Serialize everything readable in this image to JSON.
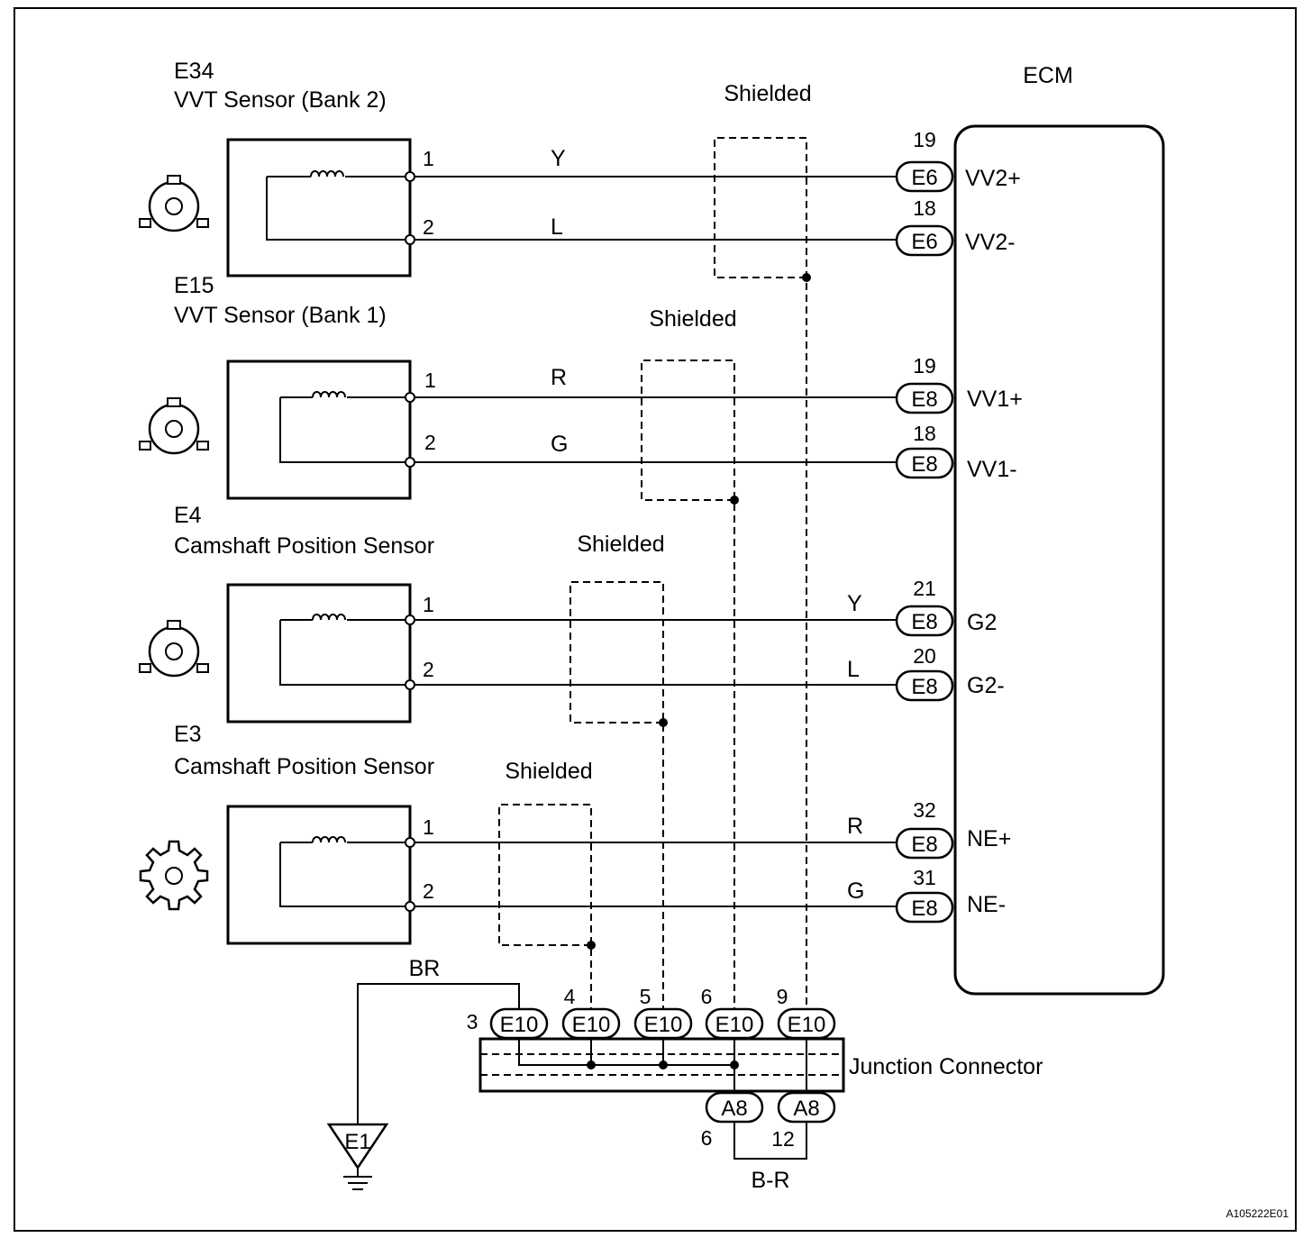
{
  "ecm": {
    "title": "ECM"
  },
  "sensors": [
    {
      "id": "E34",
      "name": "VVT Sensor (Bank 2)",
      "pins": [
        "1",
        "2"
      ],
      "wires": [
        "Y",
        "L"
      ]
    },
    {
      "id": "E15",
      "name": "VVT Sensor (Bank 1)",
      "pins": [
        "1",
        "2"
      ],
      "wires": [
        "R",
        "G"
      ]
    },
    {
      "id": "E4",
      "name": "Camshaft Position Sensor",
      "pins": [
        "1",
        "2"
      ],
      "wires": [
        "Y",
        "L"
      ]
    },
    {
      "id": "E3",
      "name": "Camshaft Position Sensor",
      "pins": [
        "1",
        "2"
      ],
      "wires": [
        "R",
        "G"
      ]
    }
  ],
  "shielded": [
    "Shielded",
    "Shielded",
    "Shielded",
    "Shielded"
  ],
  "ecm_terminals": [
    {
      "pin": "19",
      "connector": "E6",
      "signal": "VV2+"
    },
    {
      "pin": "18",
      "connector": "E6",
      "signal": "VV2-"
    },
    {
      "pin": "19",
      "connector": "E8",
      "signal": "VV1+"
    },
    {
      "pin": "18",
      "connector": "E8",
      "signal": "VV1-"
    },
    {
      "pin": "21",
      "connector": "E8",
      "signal": "G2"
    },
    {
      "pin": "20",
      "connector": "E8",
      "signal": "G2-"
    },
    {
      "pin": "32",
      "connector": "E8",
      "signal": "NE+"
    },
    {
      "pin": "31",
      "connector": "E8",
      "signal": "NE-"
    }
  ],
  "junction": {
    "label": "Junction Connector",
    "top_connectors": [
      {
        "pin": "3",
        "connector": "E10"
      },
      {
        "pin": "4",
        "connector": "E10"
      },
      {
        "pin": "5",
        "connector": "E10"
      },
      {
        "pin": "6",
        "connector": "E10"
      },
      {
        "pin": "9",
        "connector": "E10"
      }
    ],
    "bottom_connectors": [
      {
        "pin": "6",
        "connector": "A8"
      },
      {
        "pin": "12",
        "connector": "A8"
      }
    ],
    "bottom_wire": "B-R"
  },
  "ground": {
    "wire": "BR",
    "id": "E1"
  },
  "figure_code": "A105222E01"
}
